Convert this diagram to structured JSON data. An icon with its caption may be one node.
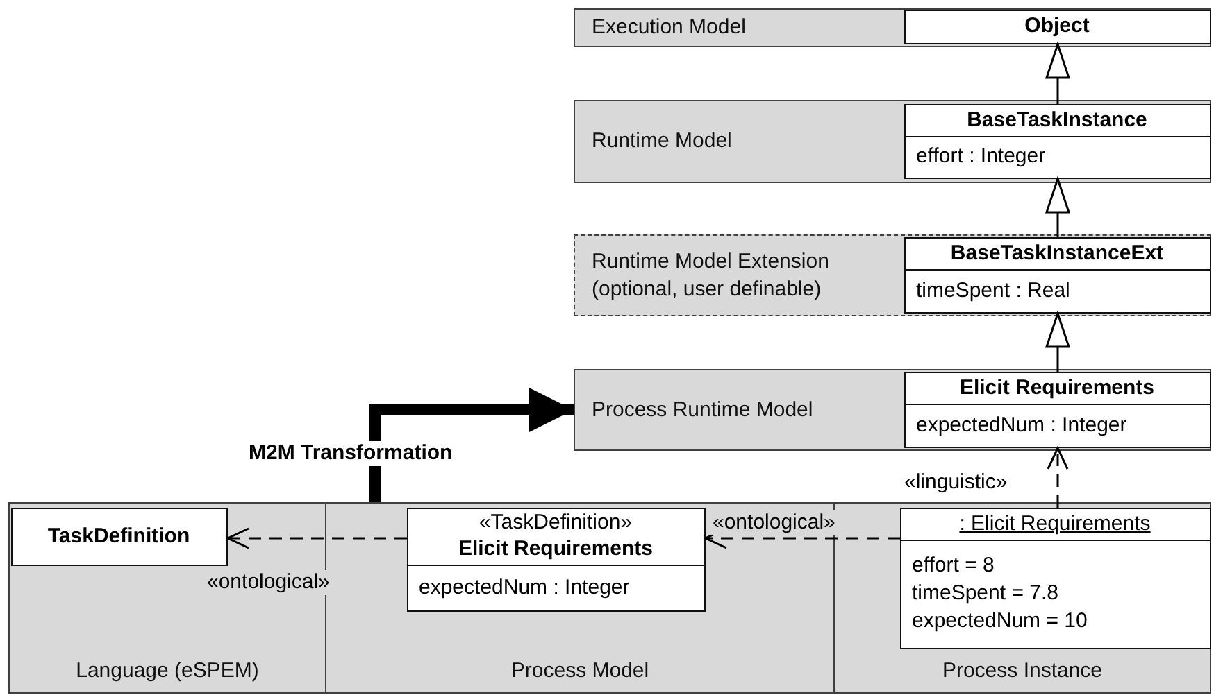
{
  "diagram": {
    "nodes": [
      {
        "text": [
          "Execution Model"
        ]
      },
      {
        "text": [
          "Object"
        ],
        "in": 0
      },
      {
        "text": [
          "Runtime Model"
        ]
      },
      {
        "text": [
          "BaseTaskInstance",
          "effort : Integer"
        ],
        "in": 2
      },
      {
        "text": [
          "Runtime Model Extension (optional, user definable)"
        ]
      },
      {
        "text": [
          "BaseTaskInstanceExt",
          "timeSpent : Real"
        ],
        "in": 4
      },
      {
        "text": [
          "Process Runtime Model"
        ]
      },
      {
        "text": [
          "Elicit Requirements",
          "expectedNum : Integer"
        ],
        "in": 6
      },
      {
        "text": [
          "Language (eSPEM)"
        ]
      },
      {
        "text": [
          "TaskDefinition"
        ],
        "in": 8
      },
      {
        "text": [
          "Process Model"
        ]
      },
      {
        "text": [
          "«TaskDefinition»",
          "Elicit Requirements",
          "expectedNum : Integer"
        ],
        "in": 10
      },
      {
        "text": [
          "Process Instance"
        ]
      },
      {
        "text": [
          ": Elicit Requirements",
          "effort = 8",
          "timeSpent = 7.8",
          "expectedNum = 10"
        ],
        "in": 12
      }
    ],
    "edges": [
      {
        "from": 3,
        "to": 1,
        "arrow": "to"
      },
      {
        "from": 5,
        "to": 3,
        "arrow": "to"
      },
      {
        "from": 7,
        "to": 5,
        "arrow": "to"
      },
      {
        "from": 13,
        "to": 7,
        "arrow": "to",
        "style": "dashed",
        "label": "«linguistic»"
      },
      {
        "from": 13,
        "to": 11,
        "arrow": "to",
        "style": "dashed",
        "label": "«ontological»"
      },
      {
        "from": 11,
        "to": 9,
        "arrow": "to",
        "style": "dashed",
        "label": "«ontological»"
      },
      {
        "from": 10,
        "to": 6,
        "arrow": "to",
        "style": "thick",
        "label": "M2M Transformation"
      }
    ]
  }
}
